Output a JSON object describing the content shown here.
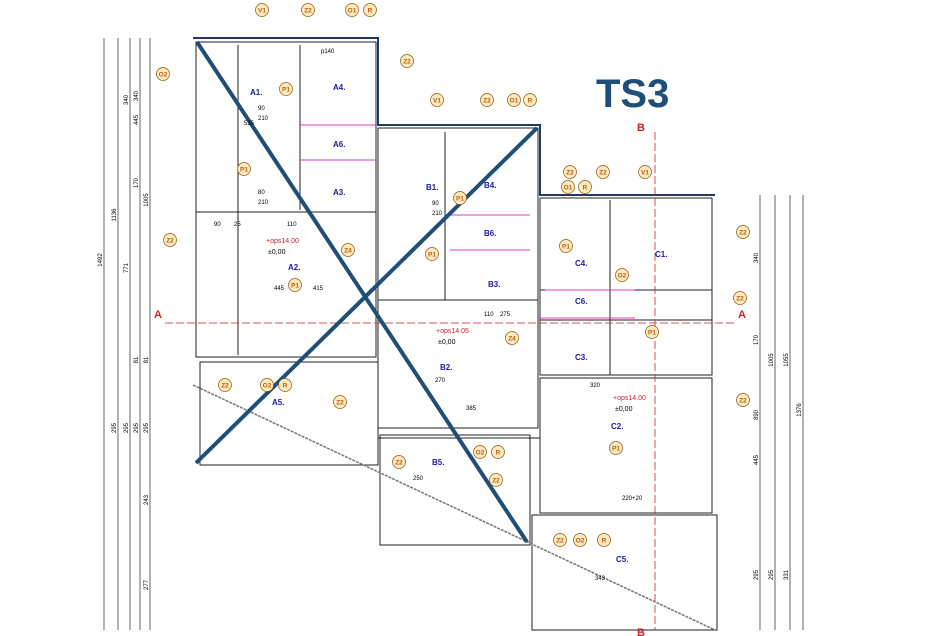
{
  "title": "TS3",
  "rooms": [
    "A1.",
    "A4.",
    "A6.",
    "A3.",
    "A2.",
    "A5.",
    "B1.",
    "B4.",
    "B6.",
    "B3.",
    "B2.",
    "B5.",
    "C4.",
    "C6.",
    "C3.",
    "C1.",
    "C2.",
    "C5."
  ],
  "tags": [
    "V1",
    "Z2",
    "O1",
    "R",
    "Z2",
    "O2",
    "P1",
    "P1",
    "Z2",
    "Z4",
    "P1",
    "Z2",
    "O2",
    "R",
    "Z2",
    "V1",
    "Z2",
    "O1",
    "R",
    "P1",
    "P1",
    "Z2",
    "Z4",
    "Z2",
    "O2",
    "R",
    "Z2",
    "O1",
    "R",
    "Z2",
    "V1",
    "P1",
    "O2",
    "P1",
    "Z2",
    "P1",
    "Z2",
    "Z2",
    "O2",
    "R",
    "Z2"
  ],
  "sections": {
    "a_left": "A",
    "a_right": "A",
    "b_top": "B",
    "b_bottom": "B"
  },
  "levels": {
    "a": "+ops14.00",
    "a0": "±0,00",
    "b": "+ops14.05",
    "b0": "±0,00",
    "c": "+ops14.00",
    "c0": "±0,00"
  },
  "dims_left": [
    "1492",
    "1136",
    "771",
    "445",
    "340",
    "340",
    "170",
    "1005",
    "295",
    "81",
    "81",
    "295",
    "295",
    "295",
    "243",
    "277"
  ],
  "dims_right": [
    "340",
    "170",
    "1005",
    "1055",
    "890",
    "445",
    "1376",
    "295",
    "295",
    "331"
  ],
  "dims_inner": [
    "90",
    "210",
    "80",
    "210",
    "90",
    "210",
    "110",
    "535",
    "445",
    "415",
    "p140",
    "90",
    "25",
    "110",
    "275",
    "320",
    "385",
    "250",
    "343",
    "270",
    "220+20"
  ]
}
